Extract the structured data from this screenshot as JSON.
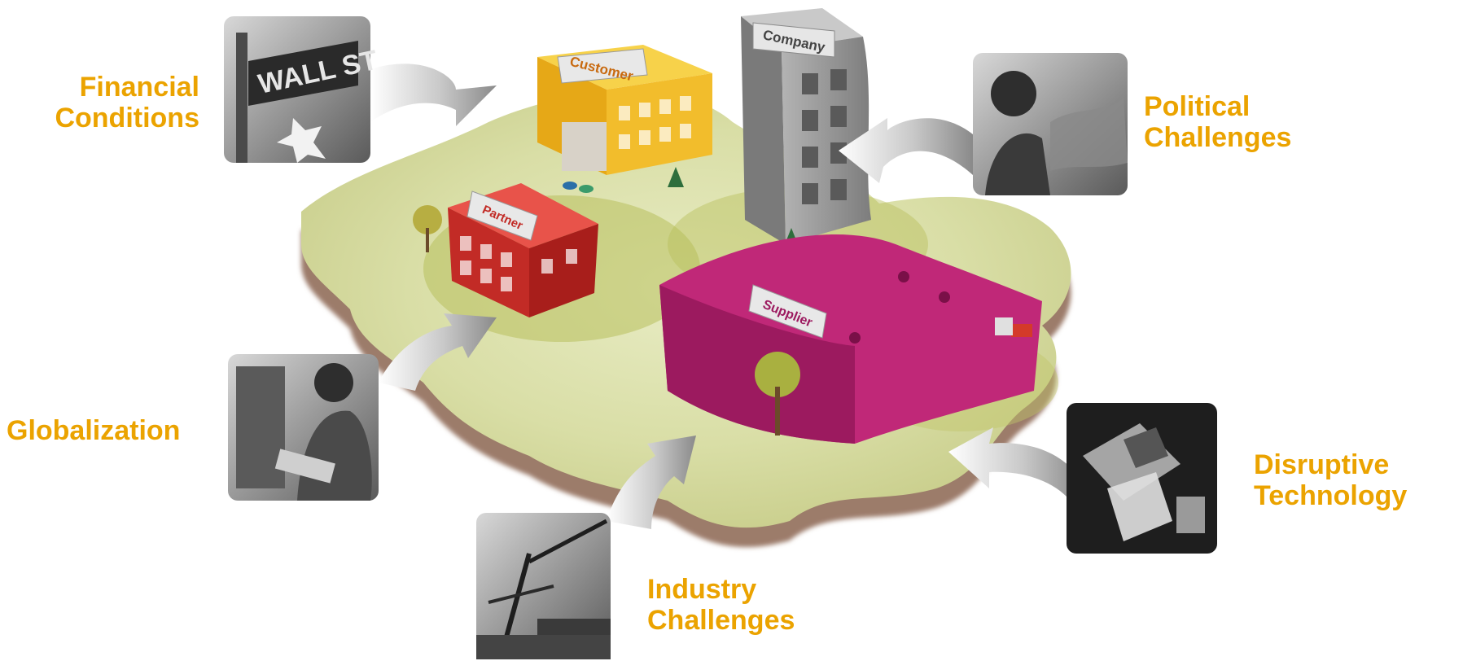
{
  "accent_color": "#eba300",
  "buildings": {
    "customer": "Customer",
    "company": "Company",
    "partner": "Partner",
    "supplier": "Supplier"
  },
  "forces": {
    "financial": {
      "line1": "Financial",
      "line2": "Conditions",
      "photo": "wall-street-sign-photo"
    },
    "political": {
      "line1": "Political",
      "line2": "Challenges",
      "photo": "farm-worker-photo"
    },
    "globalization": {
      "line1": "Globalization",
      "photo": "technician-photo"
    },
    "industry": {
      "line1": "Industry",
      "line2": "Challenges",
      "photo": "harbor-crane-photo"
    },
    "disruptive": {
      "line1": "Disruptive",
      "line2": "Technology",
      "photo": "circuit-chip-photo"
    }
  }
}
